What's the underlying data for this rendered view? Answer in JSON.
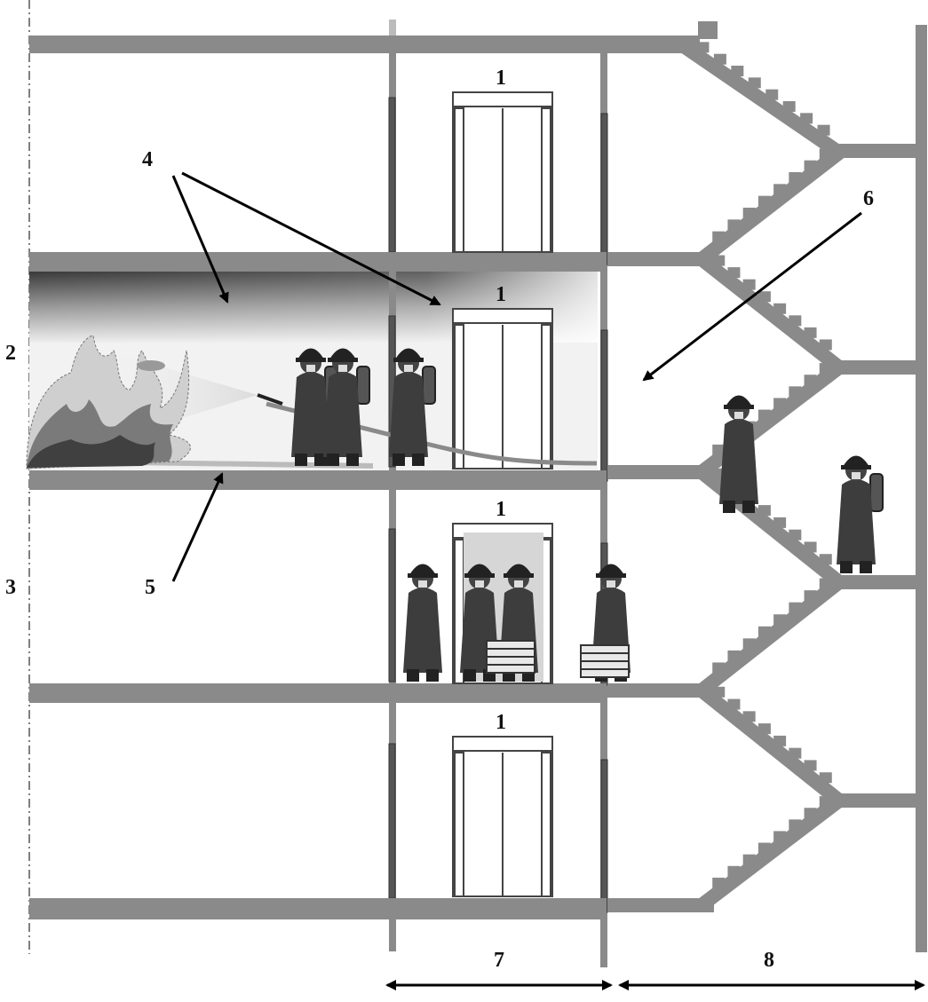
{
  "diagram": {
    "labels": {
      "elevator": "1",
      "fire_floor": "2",
      "floor_below": "3",
      "smoke_layer": "4",
      "floor_level": "5",
      "stair_space": "6",
      "lift_lobby": "7",
      "stairwell": "8"
    },
    "colors": {
      "structure": "#8a8a8a",
      "door_frame": "#555555",
      "figure": "#3d3d3d",
      "fire": "#4a4a4a",
      "arrow": "#000000",
      "background": "#ffffff"
    }
  }
}
